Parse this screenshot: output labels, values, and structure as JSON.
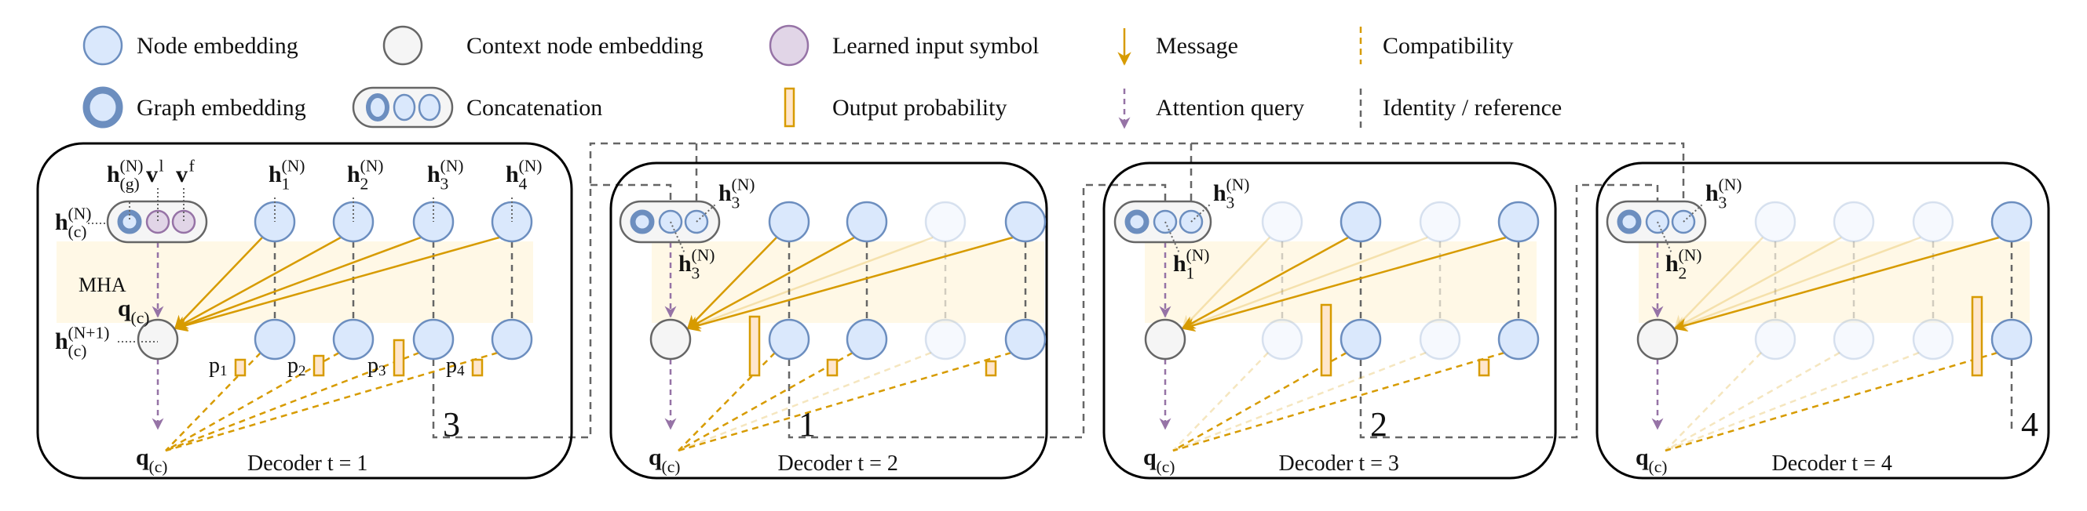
{
  "colors": {
    "node_fill": "#dae8fc",
    "node_stroke": "#6c8ebf",
    "context_fill": "#f5f5f5",
    "context_stroke": "#666666",
    "learned_fill": "#e1d5e7",
    "learned_stroke": "#9673a6",
    "message": "#d79b00",
    "prob_fill": "#ffe6cc",
    "mha_band": "#fff8e6",
    "query": "#9673a6",
    "identity": "#666666",
    "panel_stroke": "#000000"
  },
  "legend": [
    {
      "icon": "node-embedding-icon",
      "label": "Node embedding"
    },
    {
      "icon": "context-node-icon",
      "label": "Context node embedding"
    },
    {
      "icon": "learned-input-icon",
      "label": "Learned input symbol"
    },
    {
      "icon": "message-arrow-icon",
      "label": "Message"
    },
    {
      "icon": "compatibility-line-icon",
      "label": "Compatibility"
    },
    {
      "icon": "graph-embedding-icon",
      "label": "Graph embedding"
    },
    {
      "icon": "concatenation-icon",
      "label": "Concatenation"
    },
    {
      "icon": "output-probability-icon",
      "label": "Output probability"
    },
    {
      "icon": "attention-query-icon",
      "label": "Attention query"
    },
    {
      "icon": "identity-line-icon",
      "label": "Identity / reference"
    }
  ],
  "labels": {
    "mha": "MHA",
    "h": "h",
    "v": "v",
    "q": "q",
    "sup_N": "(N)",
    "sup_N1": "(N+1)",
    "sub_g": "(g)",
    "sub_c": "(c)",
    "sup_l": "l",
    "sup_f": "f",
    "p": "p"
  },
  "panels": [
    {
      "title": "Decoder t = 1",
      "selected_node": 3,
      "selected_label": "3",
      "active_nodes": [
        1,
        2,
        3,
        4
      ],
      "context_inputs": [
        "v^l",
        "v^f"
      ],
      "context_labels": [],
      "probabilities": [
        0.2,
        0.25,
        0.45,
        0.2
      ],
      "show_node_labels": true
    },
    {
      "title": "Decoder t = 2",
      "selected_node": 1,
      "selected_label": "1",
      "active_nodes": [
        1,
        2,
        4
      ],
      "context_inputs": [
        "h_3",
        "h_3"
      ],
      "context_labels": [
        {
          "sub": "3",
          "pos": "above"
        },
        {
          "sub": "3",
          "pos": "below"
        }
      ],
      "probabilities": [
        0.75,
        0.2,
        0.0,
        0.12
      ],
      "show_node_labels": false
    },
    {
      "title": "Decoder t = 3",
      "selected_node": 2,
      "selected_label": "2",
      "active_nodes": [
        2,
        4
      ],
      "context_inputs": [
        "h_1",
        "h_3"
      ],
      "context_labels": [
        {
          "sub": "3",
          "pos": "above"
        },
        {
          "sub": "1",
          "pos": "below"
        }
      ],
      "probabilities": [
        0.0,
        0.9,
        0.0,
        0.2
      ],
      "show_node_labels": false
    },
    {
      "title": "Decoder t = 4",
      "selected_node": 4,
      "selected_label": "4",
      "active_nodes": [
        4
      ],
      "context_inputs": [
        "h_2",
        "h_3"
      ],
      "context_labels": [
        {
          "sub": "3",
          "pos": "above"
        },
        {
          "sub": "2",
          "pos": "below"
        }
      ],
      "probabilities": [
        0.0,
        0.0,
        0.0,
        1.0
      ],
      "show_node_labels": false
    }
  ]
}
